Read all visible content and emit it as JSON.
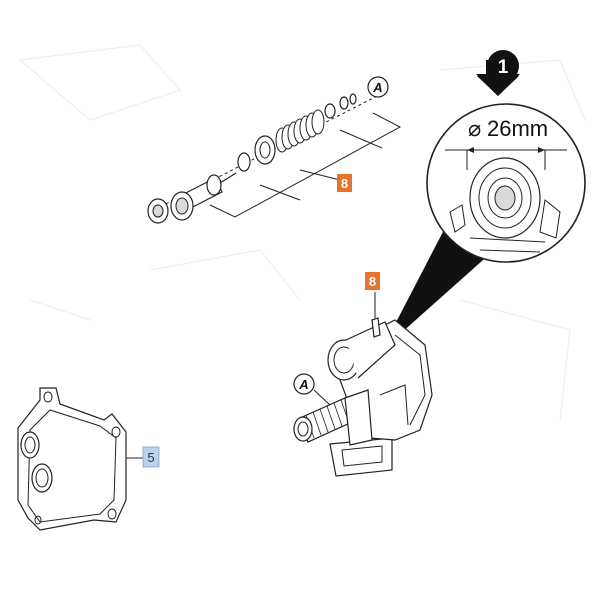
{
  "callouts": {
    "valve_group": "8",
    "valve_on_pump": "8",
    "cover": "5",
    "connector_a_top": "A",
    "connector_a_pump": "A",
    "step": "1"
  },
  "detail": {
    "diameter_symbol": "⌀",
    "diameter_value": "26mm"
  },
  "colors": {
    "callout_orange": "#e8732a",
    "callout_blue": "#b9d3ea",
    "line": "#222222"
  }
}
